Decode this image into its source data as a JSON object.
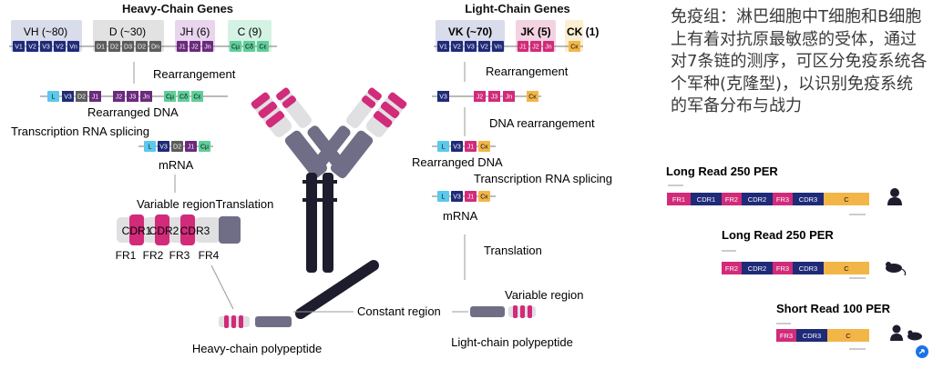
{
  "heavy": {
    "title": "Heavy-Chain Genes",
    "groups": [
      {
        "label": "VH (~80)",
        "segments": [
          "V1",
          "V2",
          "V3",
          "V2",
          "Vn"
        ],
        "color": "#1f2a78",
        "bg": "#d9dcea"
      },
      {
        "label": "D (~30)",
        "segments": [
          "D1",
          "D2",
          "D3",
          "D2",
          "Dn"
        ],
        "color": "#5c5c5c",
        "bg": "#e2e2e2"
      },
      {
        "label": "JH (6)",
        "segments": [
          "J1",
          "J2",
          "Jn"
        ],
        "color": "#6b2a7d",
        "bg": "#ead5ee"
      },
      {
        "label": "C (9)",
        "segments": [
          "Cµ",
          "Cδ",
          "Cε"
        ],
        "color": "#5fce9a",
        "bg": "#d5f3e5"
      }
    ],
    "rearrangement": "Rearrangement",
    "rearranged_dna": "Rearranged DNA",
    "rdna_segments": [
      "L",
      "V3",
      "D2",
      "J1",
      "J2",
      "J3",
      "Jn",
      "Cµ",
      "Cδ",
      "Cε"
    ],
    "transcription": "Transcription RNA splicing",
    "mrna": "mRNA",
    "mrna_segments": [
      "L",
      "V3",
      "D2",
      "J1",
      "Cµ"
    ],
    "variable_translation": "Variable regionTranslation",
    "cdr": [
      "CDR1",
      "CDR2",
      "CDR3"
    ],
    "fr": [
      "FR1",
      "FR2",
      "FR3",
      "FR4"
    ],
    "polypeptide": "Heavy-chain polypeptide"
  },
  "light": {
    "title": "Light-Chain Genes",
    "groups": [
      {
        "label": "VK (~70)",
        "segments": [
          "V1",
          "V2",
          "V3",
          "V2",
          "Vn"
        ],
        "color": "#1f2a78",
        "bg": "#d9dcea"
      },
      {
        "label": "JK (5)",
        "segments": [
          "J1",
          "J2",
          "Jn"
        ],
        "color": "#c2186b",
        "bg": "#f3d3e2"
      },
      {
        "label": "CK (1)",
        "segments": [
          "Cκ"
        ],
        "color": "#f0b84c",
        "bg": "#fbeed1"
      }
    ],
    "rearrangement": "Rearrangement",
    "rearranged_segments": [
      "V3",
      "J2",
      "J3",
      "Jn",
      "Cκ"
    ],
    "dna_rearrangement": "DNA rearrangement",
    "rearranged_dna": "Rearranged DNA",
    "rdna_segments": [
      "L",
      "V3",
      "J1",
      "Cκ"
    ],
    "transcription": "Transcription RNA splicing",
    "mrna": "mRNA",
    "mrna_segments": [
      "L",
      "V3",
      "J1",
      "Cκ"
    ],
    "translation": "Translation",
    "variable_region": "Variable region",
    "constant_region": "Constant region",
    "polypeptide": "Light-chain polypeptide"
  },
  "note": "免疫组：淋巴细胞中T细胞和B细胞上有着对抗原最敏感的受体，通过对7条链的测序，可区分免疫系统各个军种(克隆型)，以识别免疫系统的军备分布与战力",
  "reads": [
    {
      "title": "Long Read 250 PER",
      "segments": [
        "FR1",
        "CDR1",
        "FR2",
        "CDR2",
        "FR3",
        "CDR3",
        "C"
      ],
      "icons": [
        "human-icon"
      ]
    },
    {
      "title": "Long Read 250 PER",
      "segments": [
        "FR2",
        "CDR2",
        "FR3",
        "CDR3",
        "C"
      ],
      "icons": [
        "mouse-icon"
      ]
    },
    {
      "title": "Short Read 100 PER",
      "segments": [
        "FR3",
        "CDR3",
        "C"
      ],
      "icons": [
        "human-icon",
        "mouse-icon"
      ]
    }
  ],
  "colors": {
    "navy": "#1f2a78",
    "magenta": "#d12b7a",
    "gray": "#5c5c5c",
    "gold": "#f2b648",
    "purple": "#6b2a7d",
    "green": "#5fce9a",
    "cyan": "#5bc8ec",
    "antibody_dark": "#1d1d2e",
    "antibody_gray": "#6f6e86"
  }
}
